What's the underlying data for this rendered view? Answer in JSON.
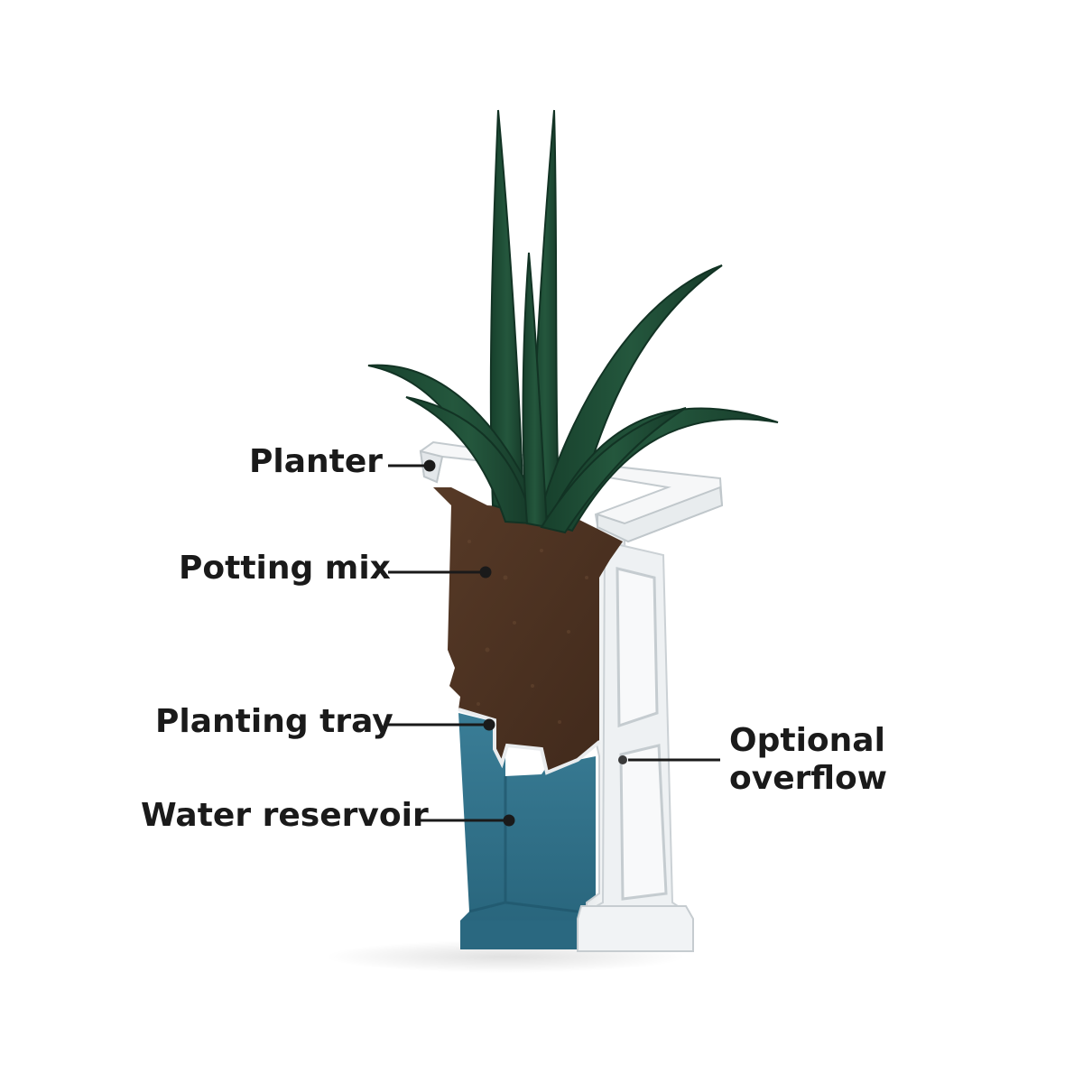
{
  "diagram": {
    "callouts": {
      "planter": "Planter",
      "potting_mix": "Potting mix",
      "planting_tray": "Planting tray",
      "water_reservoir": "Water reservoir",
      "optional_overflow": [
        "Optional",
        "overflow"
      ]
    },
    "colors": {
      "planter_body": "#f4f6f7",
      "planter_shadow": "#d3d8dc",
      "potting_mix": "#4b3222",
      "water_reservoir": "#2e6d85",
      "leaves": "#1e4a34",
      "label_text": "#1a1a1a"
    }
  }
}
